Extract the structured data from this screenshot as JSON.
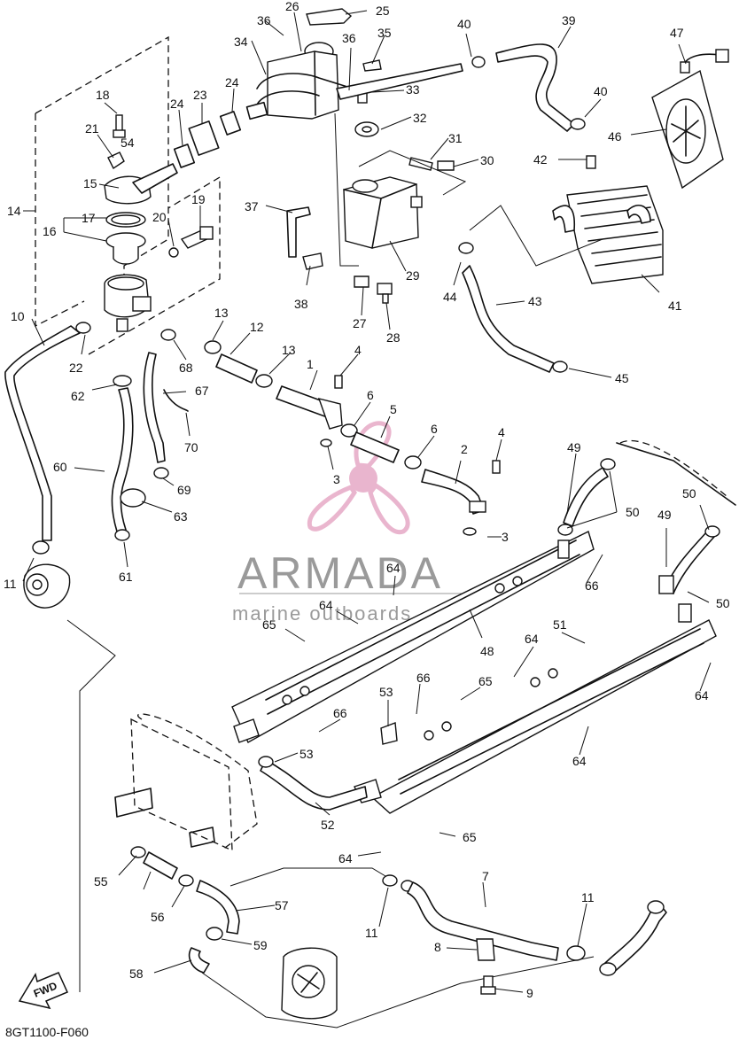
{
  "diagram_code": "8GT1100-F060",
  "watermark": {
    "brand": "ARMADA",
    "tagline": "marine outboards",
    "color": "#e6a9c6"
  },
  "fwd_arrow": {
    "label": "FWD",
    "icon": "fwd-arrow-icon"
  },
  "callouts": [
    "1",
    "2",
    "3",
    "3",
    "4",
    "4",
    "5",
    "6",
    "6",
    "7",
    "8",
    "9",
    "10",
    "11",
    "11",
    "11",
    "12",
    "13",
    "13",
    "14",
    "15",
    "16",
    "17",
    "18",
    "19",
    "20",
    "21",
    "22",
    "23",
    "24",
    "24",
    "25",
    "26",
    "27",
    "28",
    "29",
    "30",
    "31",
    "32",
    "33",
    "34",
    "35",
    "36",
    "36",
    "37",
    "38",
    "39",
    "40",
    "40",
    "41",
    "42",
    "43",
    "44",
    "45",
    "46",
    "47",
    "48",
    "49",
    "49",
    "50",
    "50",
    "50",
    "51",
    "52",
    "53",
    "53",
    "54",
    "55",
    "56",
    "57",
    "58",
    "59",
    "60",
    "61",
    "62",
    "63",
    "64",
    "64",
    "64",
    "64",
    "64",
    "64",
    "65",
    "65",
    "65",
    "66",
    "66",
    "66",
    "67",
    "68",
    "69",
    "70"
  ]
}
